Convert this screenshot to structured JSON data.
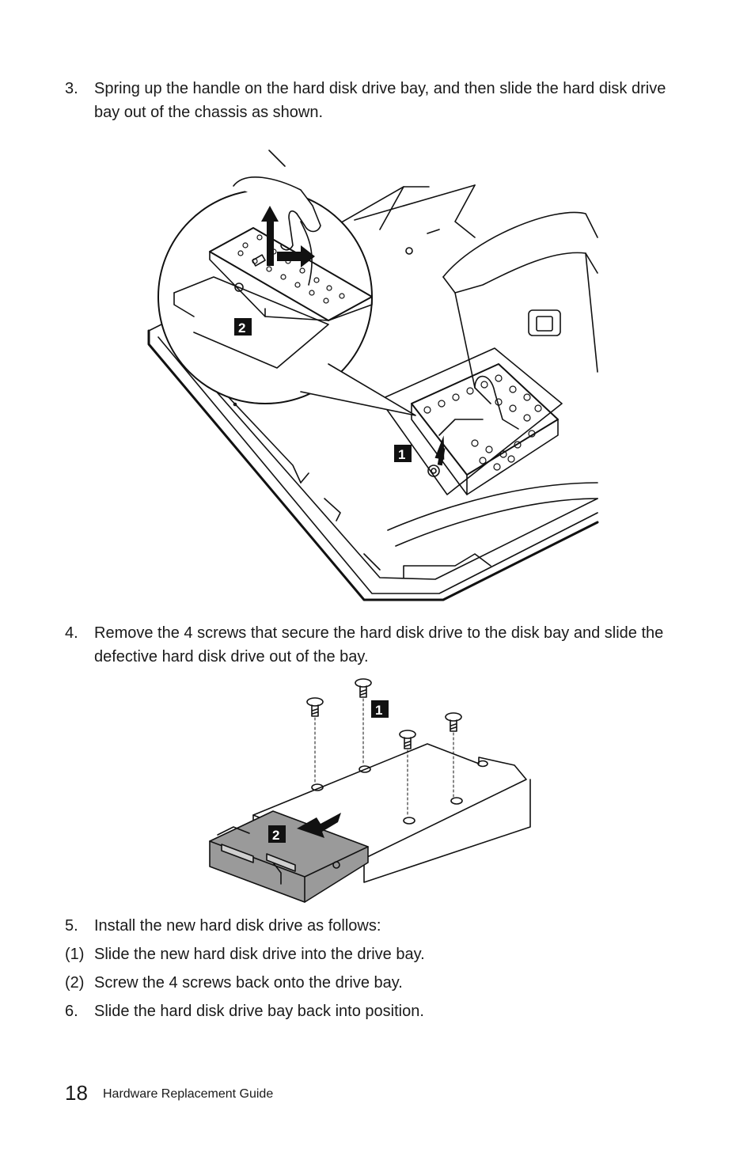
{
  "steps": [
    {
      "num": "3.",
      "text": "Spring up the handle on the hard disk drive bay, and then slide the hard disk drive bay out of the chassis as shown."
    },
    {
      "num": "4.",
      "text": "Remove the 4 screws that secure the hard disk drive to the disk bay and slide the defective hard disk drive out of the bay."
    },
    {
      "num": "5.",
      "text": "Install the new hard disk drive as follows:"
    },
    {
      "num": "(1)",
      "text": "Slide the new hard disk drive into the drive bay."
    },
    {
      "num": "(2)",
      "text": "Screw the 4 screws back onto the drive bay."
    },
    {
      "num": "6.",
      "text": "Slide the hard disk drive bay back into position."
    }
  ],
  "figure1": {
    "callouts": [
      "1",
      "2"
    ]
  },
  "figure2": {
    "callouts": [
      "1",
      "2"
    ]
  },
  "footer": {
    "page_number": "18",
    "title": "Hardware Replacement Guide"
  }
}
